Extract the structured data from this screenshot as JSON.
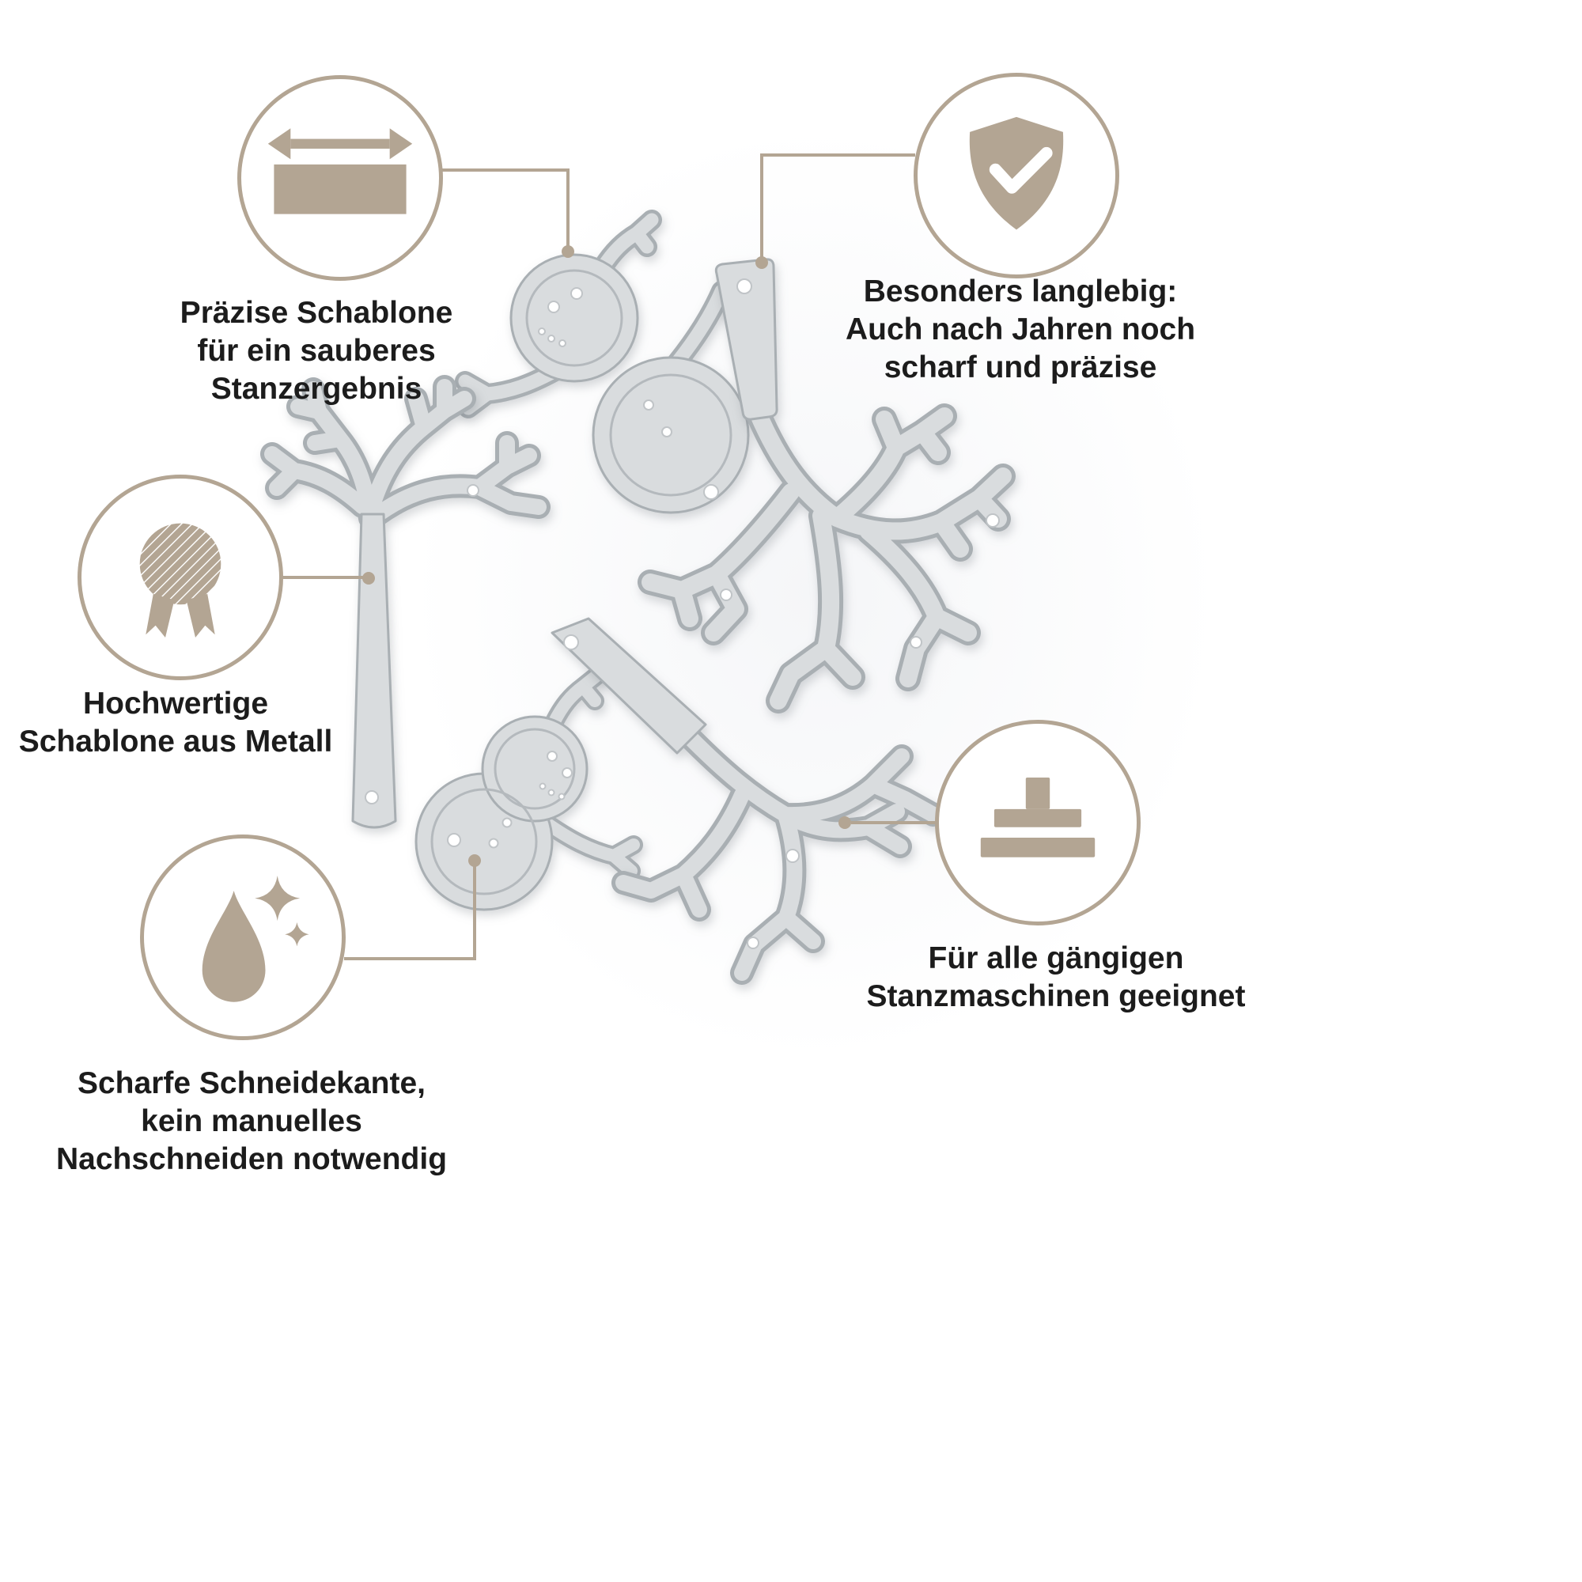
{
  "colors": {
    "accent": "#b3a593",
    "text": "#1c1c1c",
    "die_fill": "#d9dcde",
    "die_edge": "#a9afb3",
    "die_inner": "#b4b9bd",
    "hole_stroke": "#c0c4c7",
    "background": "#ffffff"
  },
  "features": [
    {
      "id": "praezise",
      "icon": "width-arrow-icon",
      "lines": [
        "Präzise Schablone",
        "für ein sauberes",
        "Stanzergebnis"
      ]
    },
    {
      "id": "langlebig",
      "icon": "shield-check-icon",
      "lines": [
        "Besonders langlebig:",
        "Auch nach Jahren noch",
        "scharf und präzise"
      ]
    },
    {
      "id": "hochwertig",
      "icon": "medal-icon",
      "lines": [
        "Hochwertige",
        "Schablone aus Metall"
      ]
    },
    {
      "id": "scharf",
      "icon": "droplet-sparkles-icon",
      "lines": [
        "Scharfe Schneidekante,",
        "kein manuelles",
        "Nachschneiden notwendig"
      ]
    },
    {
      "id": "maschinen",
      "icon": "die-press-icon",
      "lines": [
        "Für alle gängigen",
        "Stanzmaschinen geeignet"
      ]
    }
  ]
}
